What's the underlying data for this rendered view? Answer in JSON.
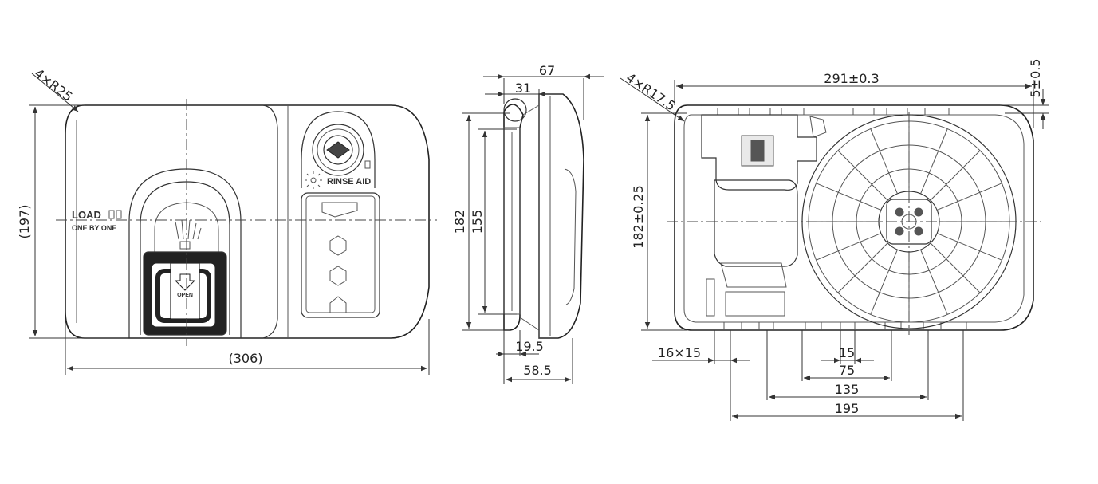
{
  "front_view": {
    "corner_radius_label": "4×R25",
    "height_label": "(197)",
    "width_label": "(306)",
    "load_label": "LOAD",
    "one_by_one_label": "ONE BY ONE",
    "open_label": "OPEN",
    "rinse_aid_label": "RINSE AID"
  },
  "side_view": {
    "depth_label": "67",
    "front_depth_label": "31",
    "height_label": "182",
    "inner_height_label": "155",
    "flange_label": "19.5",
    "body_depth_label": "58.5"
  },
  "rear_view": {
    "corner_radius_label": "4×R17.5",
    "width_label": "291±0.3",
    "top_offset_label": "5±0.5",
    "height_label": "182±0.25",
    "slot_label": "16×15",
    "dim_15_label": "15",
    "dim_75_label": "75",
    "dim_135_label": "135",
    "dim_195_label": "195"
  },
  "icons": {
    "arrow": "arrow-head-icon",
    "hex_hole": "hexagon-hole-icon",
    "drum": "drum-wheel-icon"
  }
}
